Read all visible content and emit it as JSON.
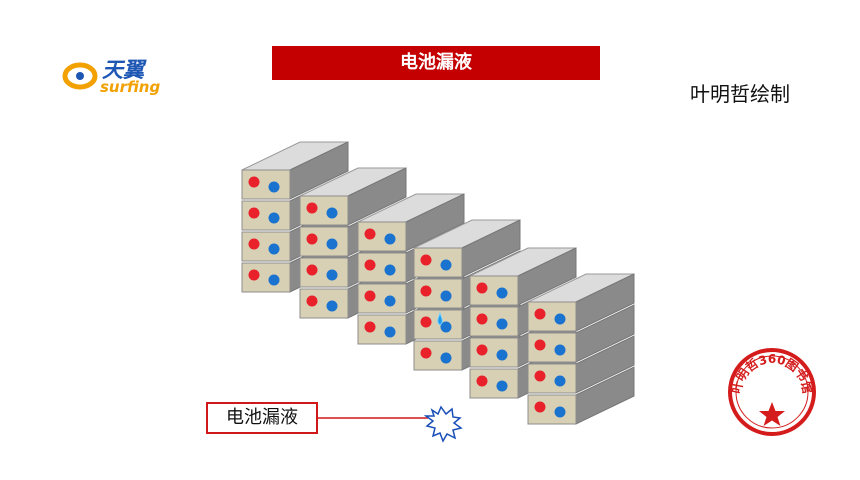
{
  "logo": {
    "brand_cn": "天翼",
    "brand_en": "surfing"
  },
  "title": "电池漏液",
  "author": "叶明哲绘制",
  "callout": {
    "label": "电池漏液"
  },
  "stamp": {
    "text": "叶明哲360图书馆",
    "icon": "star-icon"
  },
  "colors": {
    "title_bar": "#c40000",
    "terminal_positive": "#e8212b",
    "terminal_negative": "#1a73cf",
    "leak": "#1e9be8",
    "battery_face": "#d8d0b4",
    "battery_top": "#dcdcdc",
    "battery_side": "#8a8a8a"
  }
}
